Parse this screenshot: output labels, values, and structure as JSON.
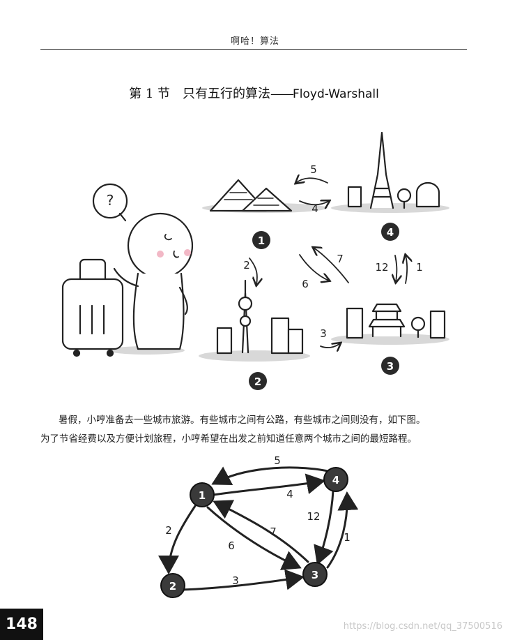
{
  "header": {
    "title": "啊哈！算法"
  },
  "section": {
    "number": "第 1 节",
    "title": "只有五行的算法",
    "dash": "——",
    "title_latin": "Floyd-Warshall"
  },
  "illustration": {
    "question_mark": "?",
    "city_numbers": [
      "1",
      "2",
      "3",
      "4"
    ],
    "route_labels": [
      "5",
      "4",
      "2",
      "7",
      "6",
      "12",
      "1",
      "3"
    ]
  },
  "body": {
    "paragraph1": "暑假，小哼准备去一些城市旅游。有些城市之间有公路，有些城市之间则没有，如下图。",
    "paragraph2": "为了节省经费以及方便计划旅程，小哼希望在出发之前知道任意两个城市之间的最短路程。"
  },
  "graph": {
    "nodes": [
      "1",
      "2",
      "3",
      "4"
    ],
    "edges": [
      {
        "from": "1",
        "to": "2",
        "weight": "2"
      },
      {
        "from": "1",
        "to": "3",
        "weight": "6"
      },
      {
        "from": "1",
        "to": "4",
        "weight": "4"
      },
      {
        "from": "2",
        "to": "3",
        "weight": "3"
      },
      {
        "from": "3",
        "to": "1",
        "weight": "7"
      },
      {
        "from": "3",
        "to": "4",
        "weight": "1"
      },
      {
        "from": "4",
        "to": "1",
        "weight": "5"
      },
      {
        "from": "4",
        "to": "3",
        "weight": "12"
      }
    ]
  },
  "footer": {
    "page_number": "148",
    "watermark": "https://blog.csdn.net/qq_37500516"
  }
}
